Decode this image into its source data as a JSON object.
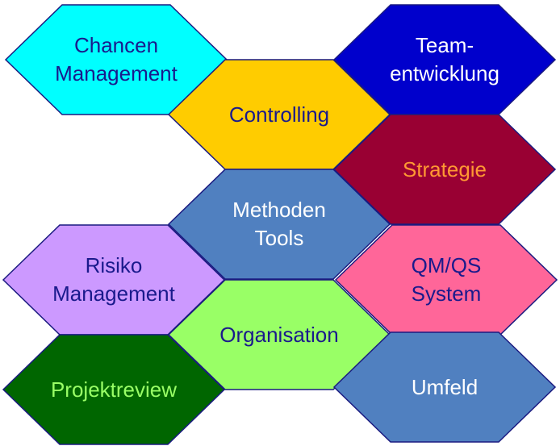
{
  "hexagons": [
    {
      "id": "chancen",
      "label": "Chancen\nManagement",
      "fill": "#00FFFF",
      "text_color": "#1A1A8C"
    },
    {
      "id": "team",
      "label": "Team-\nentwicklung",
      "fill": "#0000CC",
      "text_color": "#FFFFFF"
    },
    {
      "id": "controlling",
      "label": "Controlling",
      "fill": "#FFCC00",
      "text_color": "#1A1A8C"
    },
    {
      "id": "strategie",
      "label": "Strategie",
      "fill": "#990033",
      "text_color": "#FF9933"
    },
    {
      "id": "methoden",
      "label": "Methoden\nTools",
      "fill": "#5080C0",
      "text_color": "#FFFFFF"
    },
    {
      "id": "risiko",
      "label": "Risiko\nManagement",
      "fill": "#CC99FF",
      "text_color": "#1A1A8C"
    },
    {
      "id": "qm",
      "label": "QM/QS\nSystem",
      "fill": "#FF6699",
      "text_color": "#1A1A8C"
    },
    {
      "id": "organisation",
      "label": "Organisation",
      "fill": "#99FF66",
      "text_color": "#1A1A8C"
    },
    {
      "id": "projektreview",
      "label": "Projektreview",
      "fill": "#006600",
      "text_color": "#99FF66"
    },
    {
      "id": "umfeld",
      "label": "Umfeld",
      "fill": "#5080C0",
      "text_color": "#FFFFFF"
    }
  ]
}
